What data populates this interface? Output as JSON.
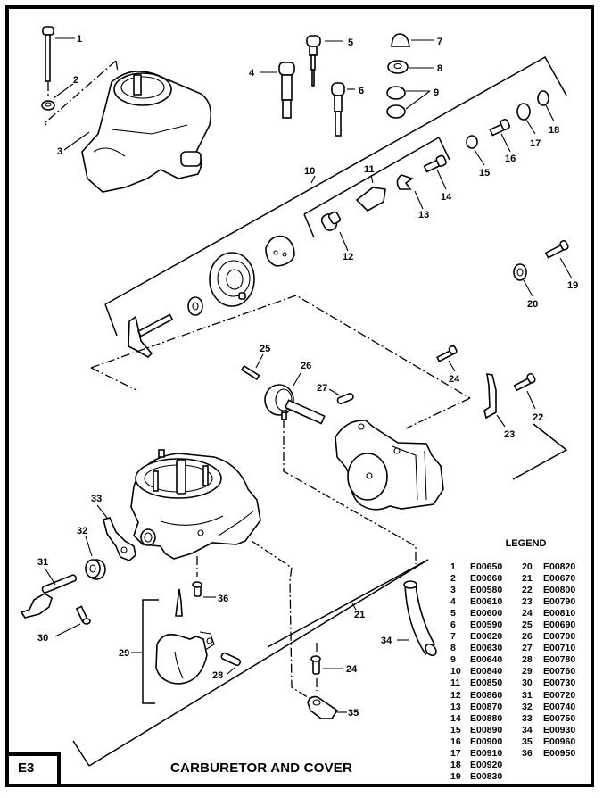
{
  "diagram": {
    "title": "CARBURETOR AND COVER",
    "page_tag": "E3",
    "legend_title": "LEGEND",
    "callouts": {
      "c1": "1",
      "c2": "2",
      "c3": "3",
      "c4": "4",
      "c5": "5",
      "c6": "6",
      "c7": "7",
      "c8": "8",
      "c9": "9",
      "c10": "10",
      "c11": "11",
      "c12": "12",
      "c13": "13",
      "c14": "14",
      "c15": "15",
      "c16": "16",
      "c17": "17",
      "c18": "18",
      "c19": "19",
      "c20": "20",
      "c21": "21",
      "c22": "22",
      "c23": "23",
      "c24a": "24",
      "c24b": "24",
      "c25": "25",
      "c26": "26",
      "c27": "27",
      "c28": "28",
      "c29": "29",
      "c30": "30",
      "c31": "31",
      "c32": "32",
      "c33": "33",
      "c34": "34",
      "c35": "35",
      "c36": "36"
    },
    "legend": [
      {
        "num": "1",
        "code": "E00650"
      },
      {
        "num": "2",
        "code": "E00660"
      },
      {
        "num": "3",
        "code": "E00580"
      },
      {
        "num": "4",
        "code": "E00610"
      },
      {
        "num": "5",
        "code": "E00600"
      },
      {
        "num": "6",
        "code": "E00590"
      },
      {
        "num": "7",
        "code": "E00620"
      },
      {
        "num": "8",
        "code": "E00630"
      },
      {
        "num": "9",
        "code": "E00640"
      },
      {
        "num": "10",
        "code": "E00840"
      },
      {
        "num": "11",
        "code": "E00850"
      },
      {
        "num": "12",
        "code": "E00860"
      },
      {
        "num": "13",
        "code": "E00870"
      },
      {
        "num": "14",
        "code": "E00880"
      },
      {
        "num": "15",
        "code": "E00890"
      },
      {
        "num": "16",
        "code": "E00900"
      },
      {
        "num": "17",
        "code": "E00910"
      },
      {
        "num": "18",
        "code": "E00920"
      },
      {
        "num": "19",
        "code": "E00830"
      },
      {
        "num": "20",
        "code": "E00820"
      },
      {
        "num": "21",
        "code": "E00670"
      },
      {
        "num": "22",
        "code": "E00800"
      },
      {
        "num": "23",
        "code": "E00790"
      },
      {
        "num": "24",
        "code": "E00810"
      },
      {
        "num": "25",
        "code": "E00690"
      },
      {
        "num": "26",
        "code": "E00700"
      },
      {
        "num": "27",
        "code": "E00710"
      },
      {
        "num": "28",
        "code": "E00780"
      },
      {
        "num": "29",
        "code": "E00760"
      },
      {
        "num": "30",
        "code": "E00730"
      },
      {
        "num": "31",
        "code": "E00720"
      },
      {
        "num": "32",
        "code": "E00740"
      },
      {
        "num": "33",
        "code": "E00750"
      },
      {
        "num": "34",
        "code": "E00930"
      },
      {
        "num": "35",
        "code": "E00960"
      },
      {
        "num": "36",
        "code": "E00950"
      }
    ]
  }
}
